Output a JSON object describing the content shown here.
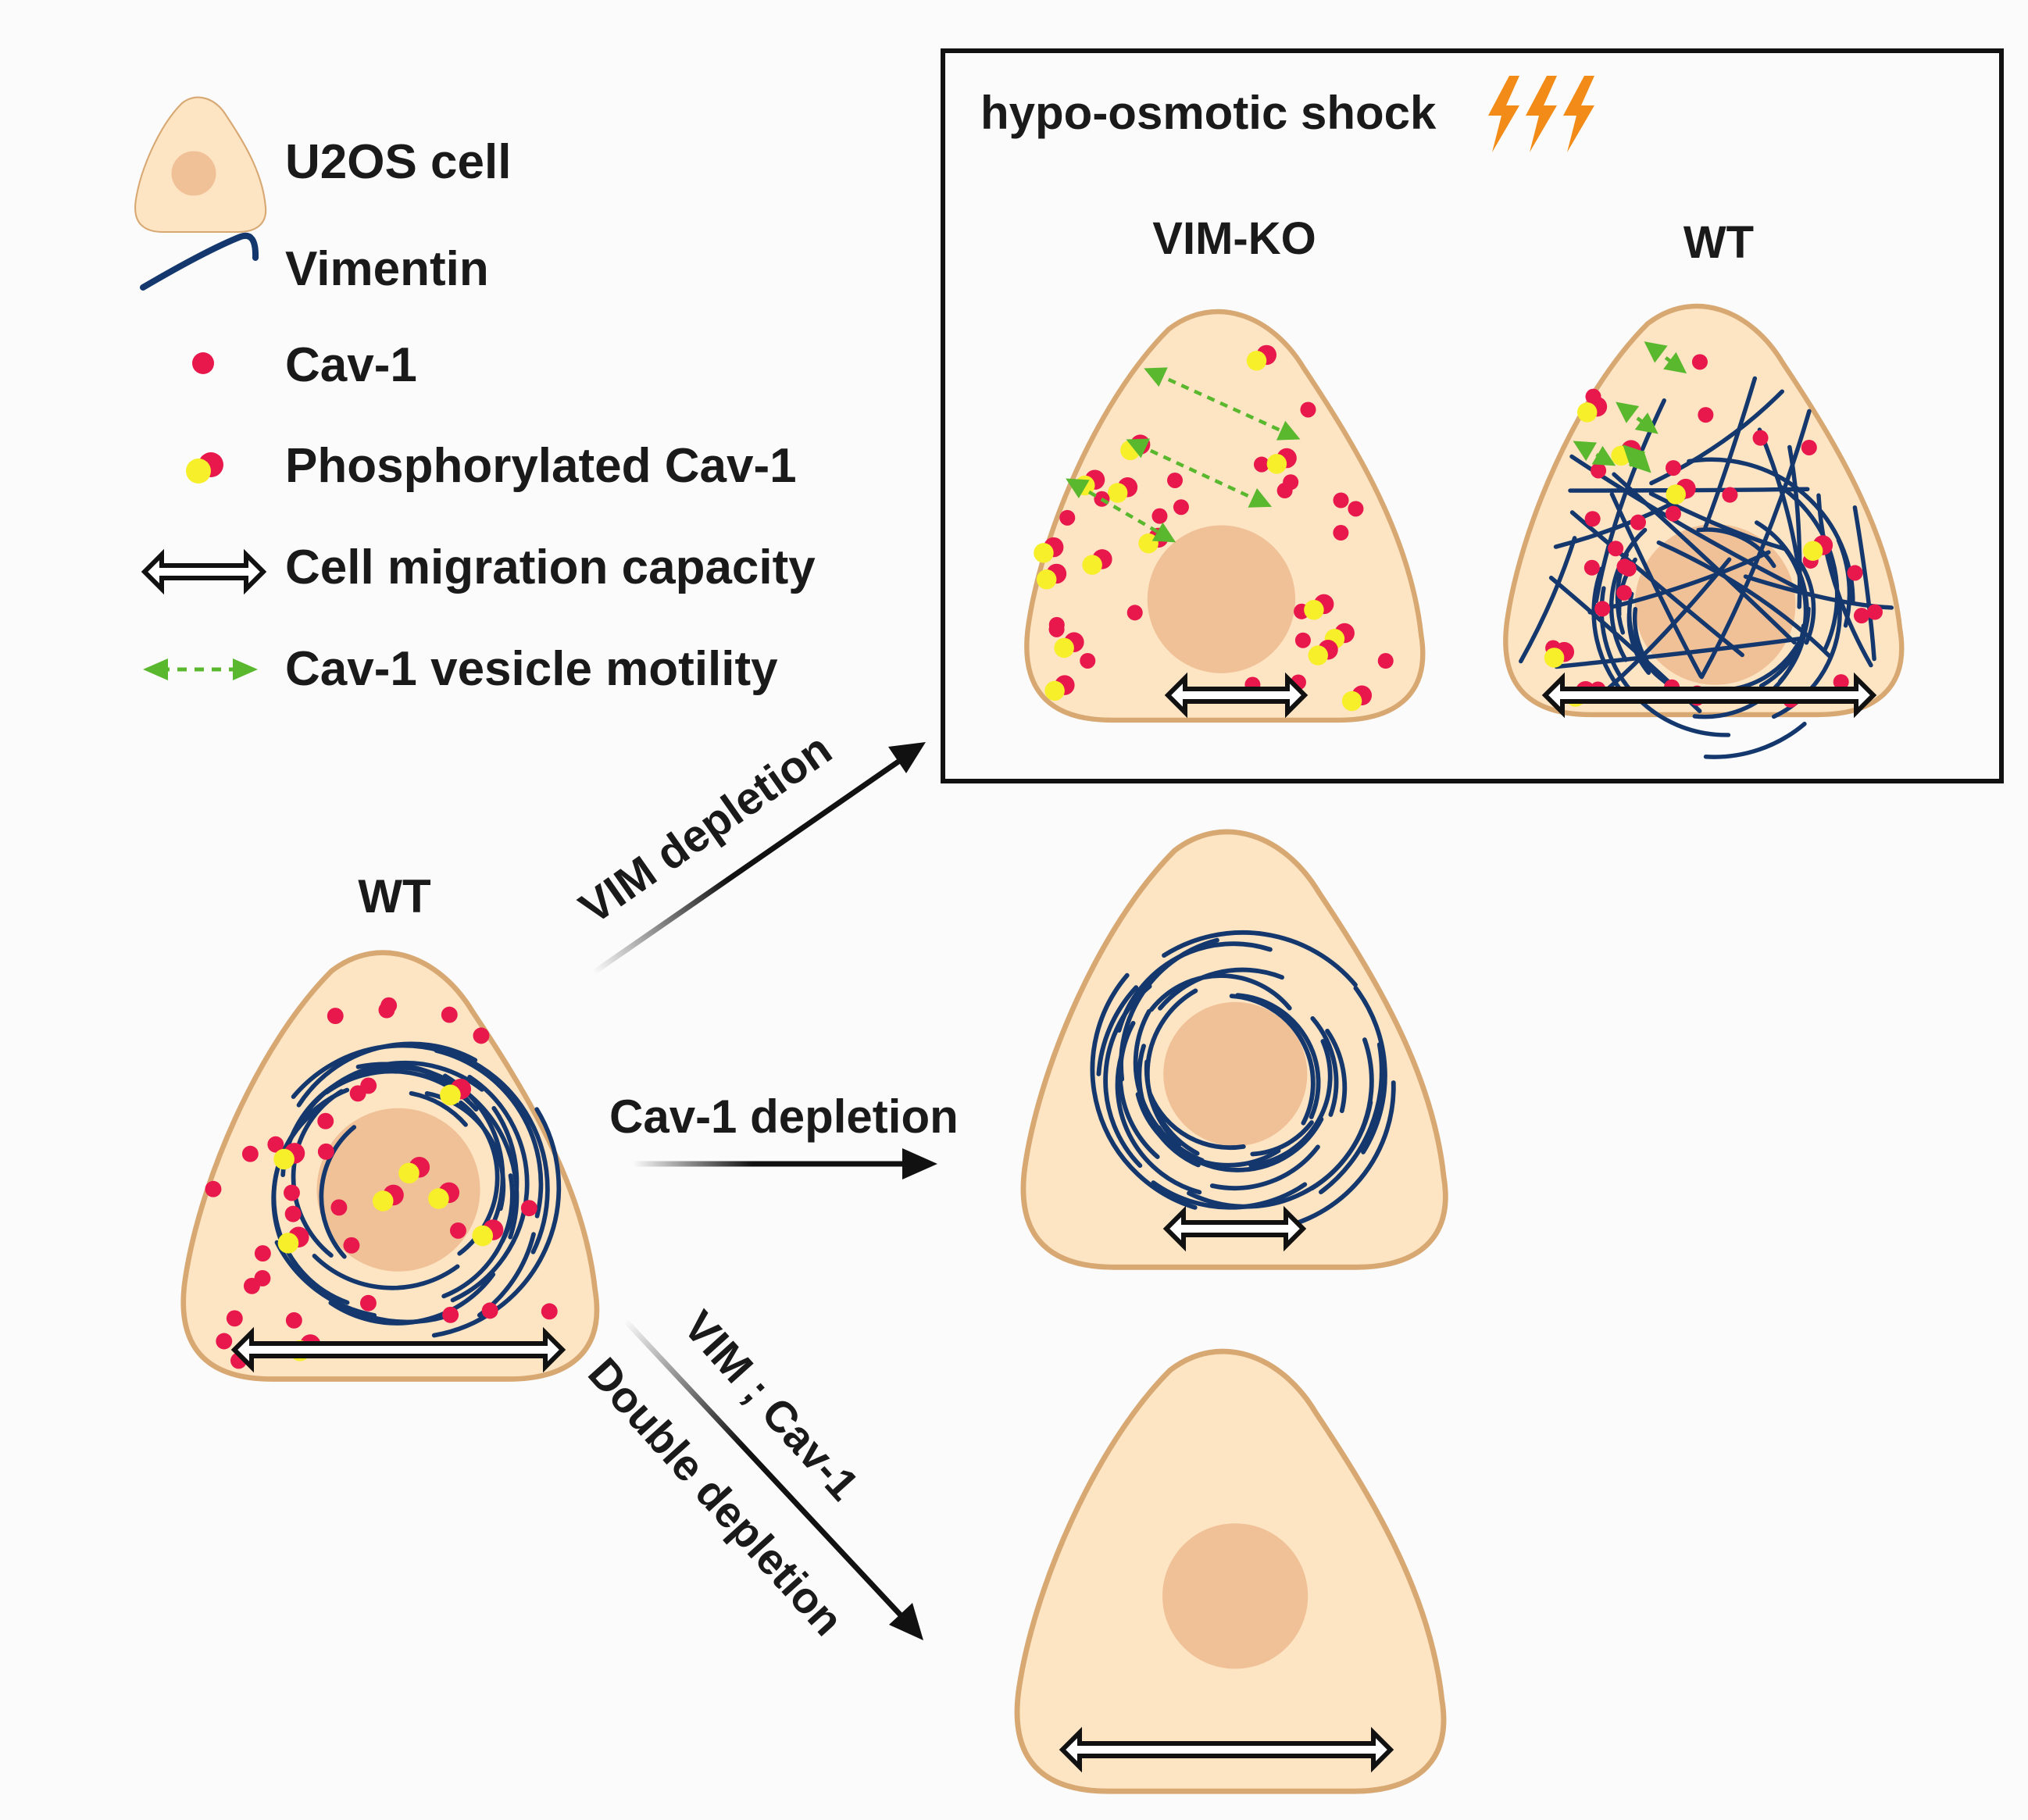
{
  "legend": {
    "cell": "U2OS cell",
    "vimentin": "Vimentin",
    "cav1": "Cav-1",
    "pcav1": "Phosphorylated Cav-1",
    "migration": "Cell migration capacity",
    "motility": "Cav-1 vesicle motility"
  },
  "shock_box": {
    "title": "hypo-osmotic shock",
    "left_cell": "VIM-KO",
    "right_cell": "WT"
  },
  "start_cell": "WT",
  "arrows": {
    "vim": "VIM depletion",
    "cav": "Cav-1 depletion",
    "double_1": "VIM ; Cav-1",
    "double_2": "Double depletion"
  },
  "colors": {
    "cytoplasm": "#fde4c3",
    "membrane": "#d8a873",
    "nucleus": "#f0c197",
    "vimentin": "#14386d",
    "cav1": "#e8174c",
    "phospho": "#f6ef2a",
    "motility": "#5ab82e",
    "shock": "#f28b17"
  }
}
